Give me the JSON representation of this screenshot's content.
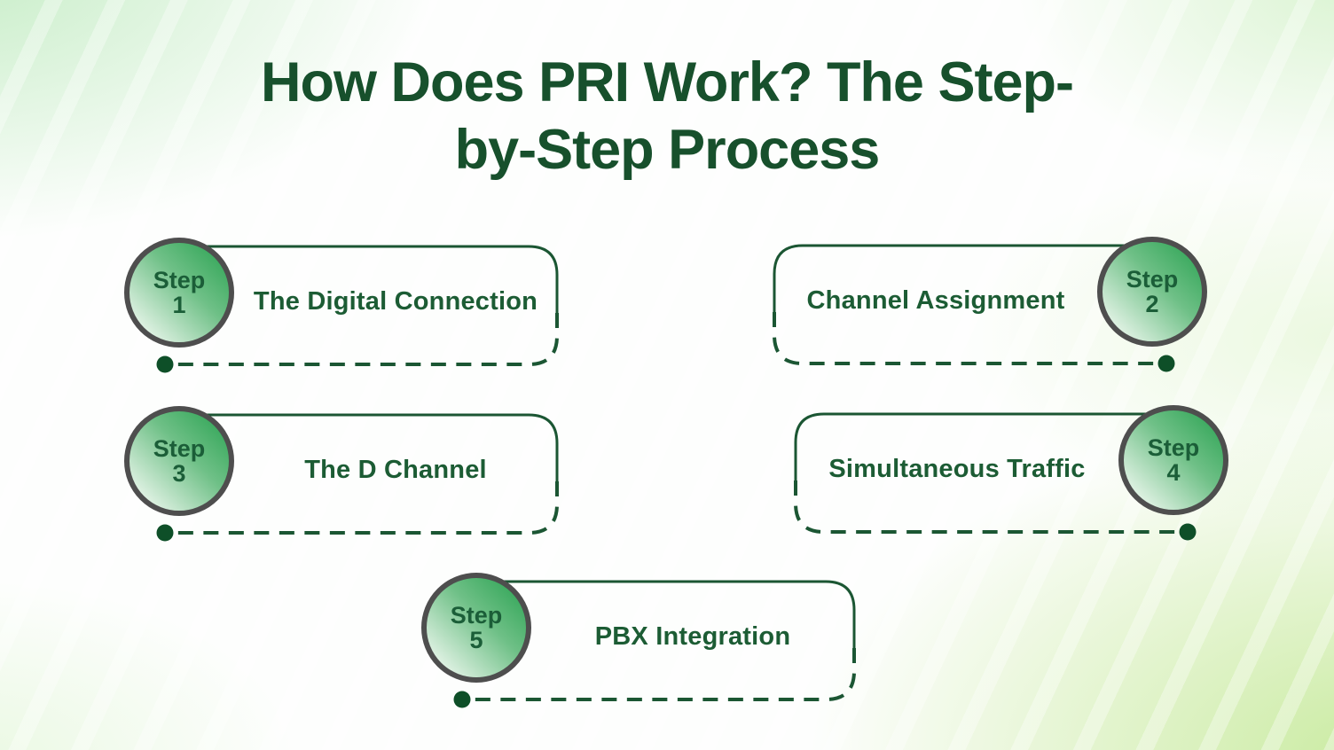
{
  "title": {
    "line1": "How Does PRI Work? The Step-",
    "line2": "by-Step Process"
  },
  "steps": [
    {
      "badge": "Step",
      "number": "1",
      "label": "The Digital Connection",
      "side": "left"
    },
    {
      "badge": "Step",
      "number": "2",
      "label": "Channel Assignment",
      "side": "right"
    },
    {
      "badge": "Step",
      "number": "3",
      "label": "The D Channel",
      "side": "left"
    },
    {
      "badge": "Step",
      "number": "4",
      "label": "Simultaneous Traffic",
      "side": "right"
    },
    {
      "badge": "Step",
      "number": "5",
      "label": "PBX Integration",
      "side": "left"
    }
  ],
  "colors": {
    "title_text": "#17502c",
    "label_text": "#1c5c34",
    "outline_stroke": "#1b5633",
    "dot_fill": "#0e4f28",
    "badge_border": "#4e4e4e",
    "badge_gradient_start": "#27a14f",
    "badge_gradient_end": "#eef8ef",
    "background_tint": "#d9f2cf"
  }
}
